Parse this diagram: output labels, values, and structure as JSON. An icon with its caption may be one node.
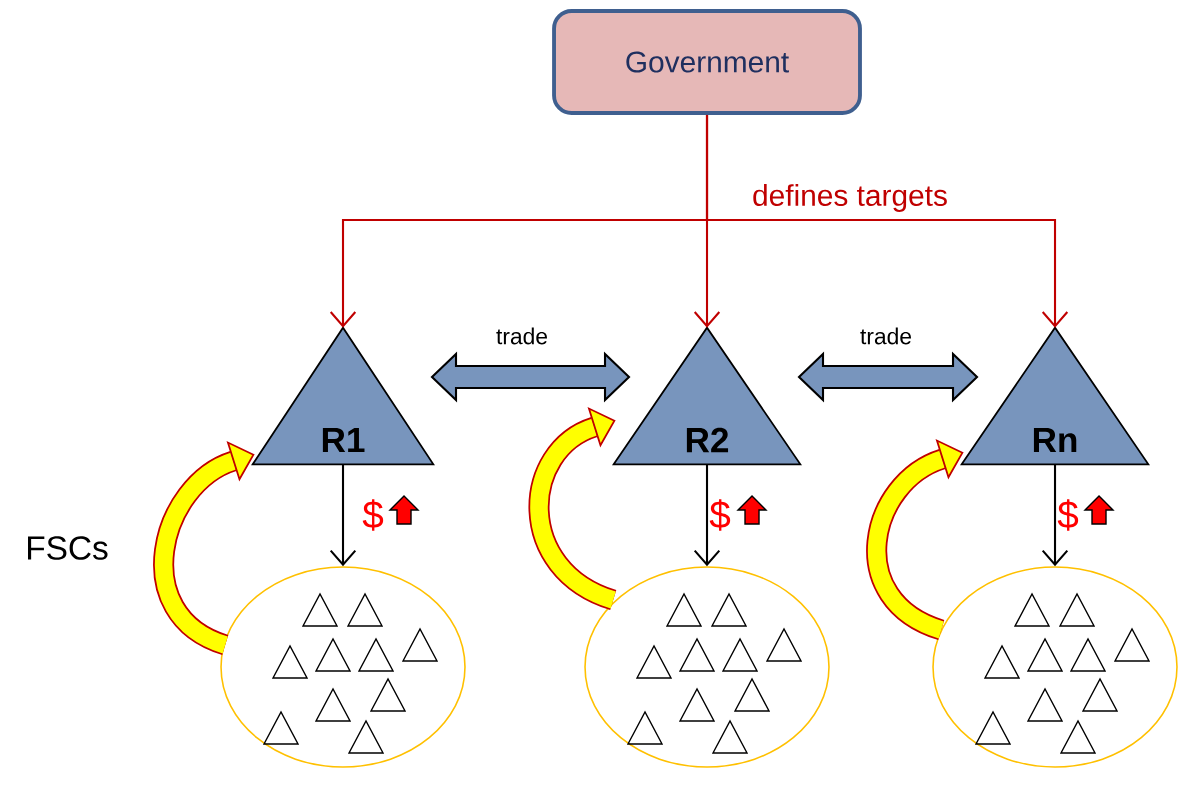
{
  "diagram": {
    "nodes": [
      {
        "text": [
          "Government"
        ]
      },
      {
        "text": [
          "R1"
        ]
      },
      {
        "text": [
          "R2"
        ]
      },
      {
        "text": [
          "Rn"
        ]
      },
      {
        "text": [],
        "shape": "circle"
      },
      {
        "text": [],
        "shape": "circle"
      },
      {
        "text": [],
        "shape": "circle"
      }
    ],
    "edges": [
      {
        "from": 0,
        "to": 1,
        "arrow": "to",
        "color": "#c00000"
      },
      {
        "from": 0,
        "to": 2,
        "arrow": "to",
        "color": "#c00000"
      },
      {
        "from": 0,
        "to": 3,
        "arrow": "to",
        "color": "#c00000",
        "label": "defines targets"
      },
      {
        "from": 1,
        "to": 2,
        "arrow": "both",
        "label": "trade",
        "style": "thick",
        "color": "#7895bd"
      },
      {
        "from": 2,
        "to": 3,
        "arrow": "both",
        "label": "trade",
        "style": "thick",
        "color": "#7895bd"
      },
      {
        "from": 1,
        "to": 4,
        "arrow": "to",
        "color": "#000000"
      },
      {
        "from": 2,
        "to": 5,
        "arrow": "to",
        "color": "#000000"
      },
      {
        "from": 3,
        "to": 6,
        "arrow": "to",
        "color": "#000000"
      },
      {
        "from": 4,
        "to": 1,
        "arrow": "to",
        "style": "thick",
        "color": "#c00000"
      },
      {
        "from": 5,
        "to": 2,
        "arrow": "to",
        "style": "thick",
        "color": "#c00000"
      },
      {
        "from": 6,
        "to": 3,
        "arrow": "to",
        "style": "thick",
        "color": "#c00000"
      }
    ],
    "labels": [
      "FSCs",
      "$",
      "$",
      "$"
    ]
  }
}
